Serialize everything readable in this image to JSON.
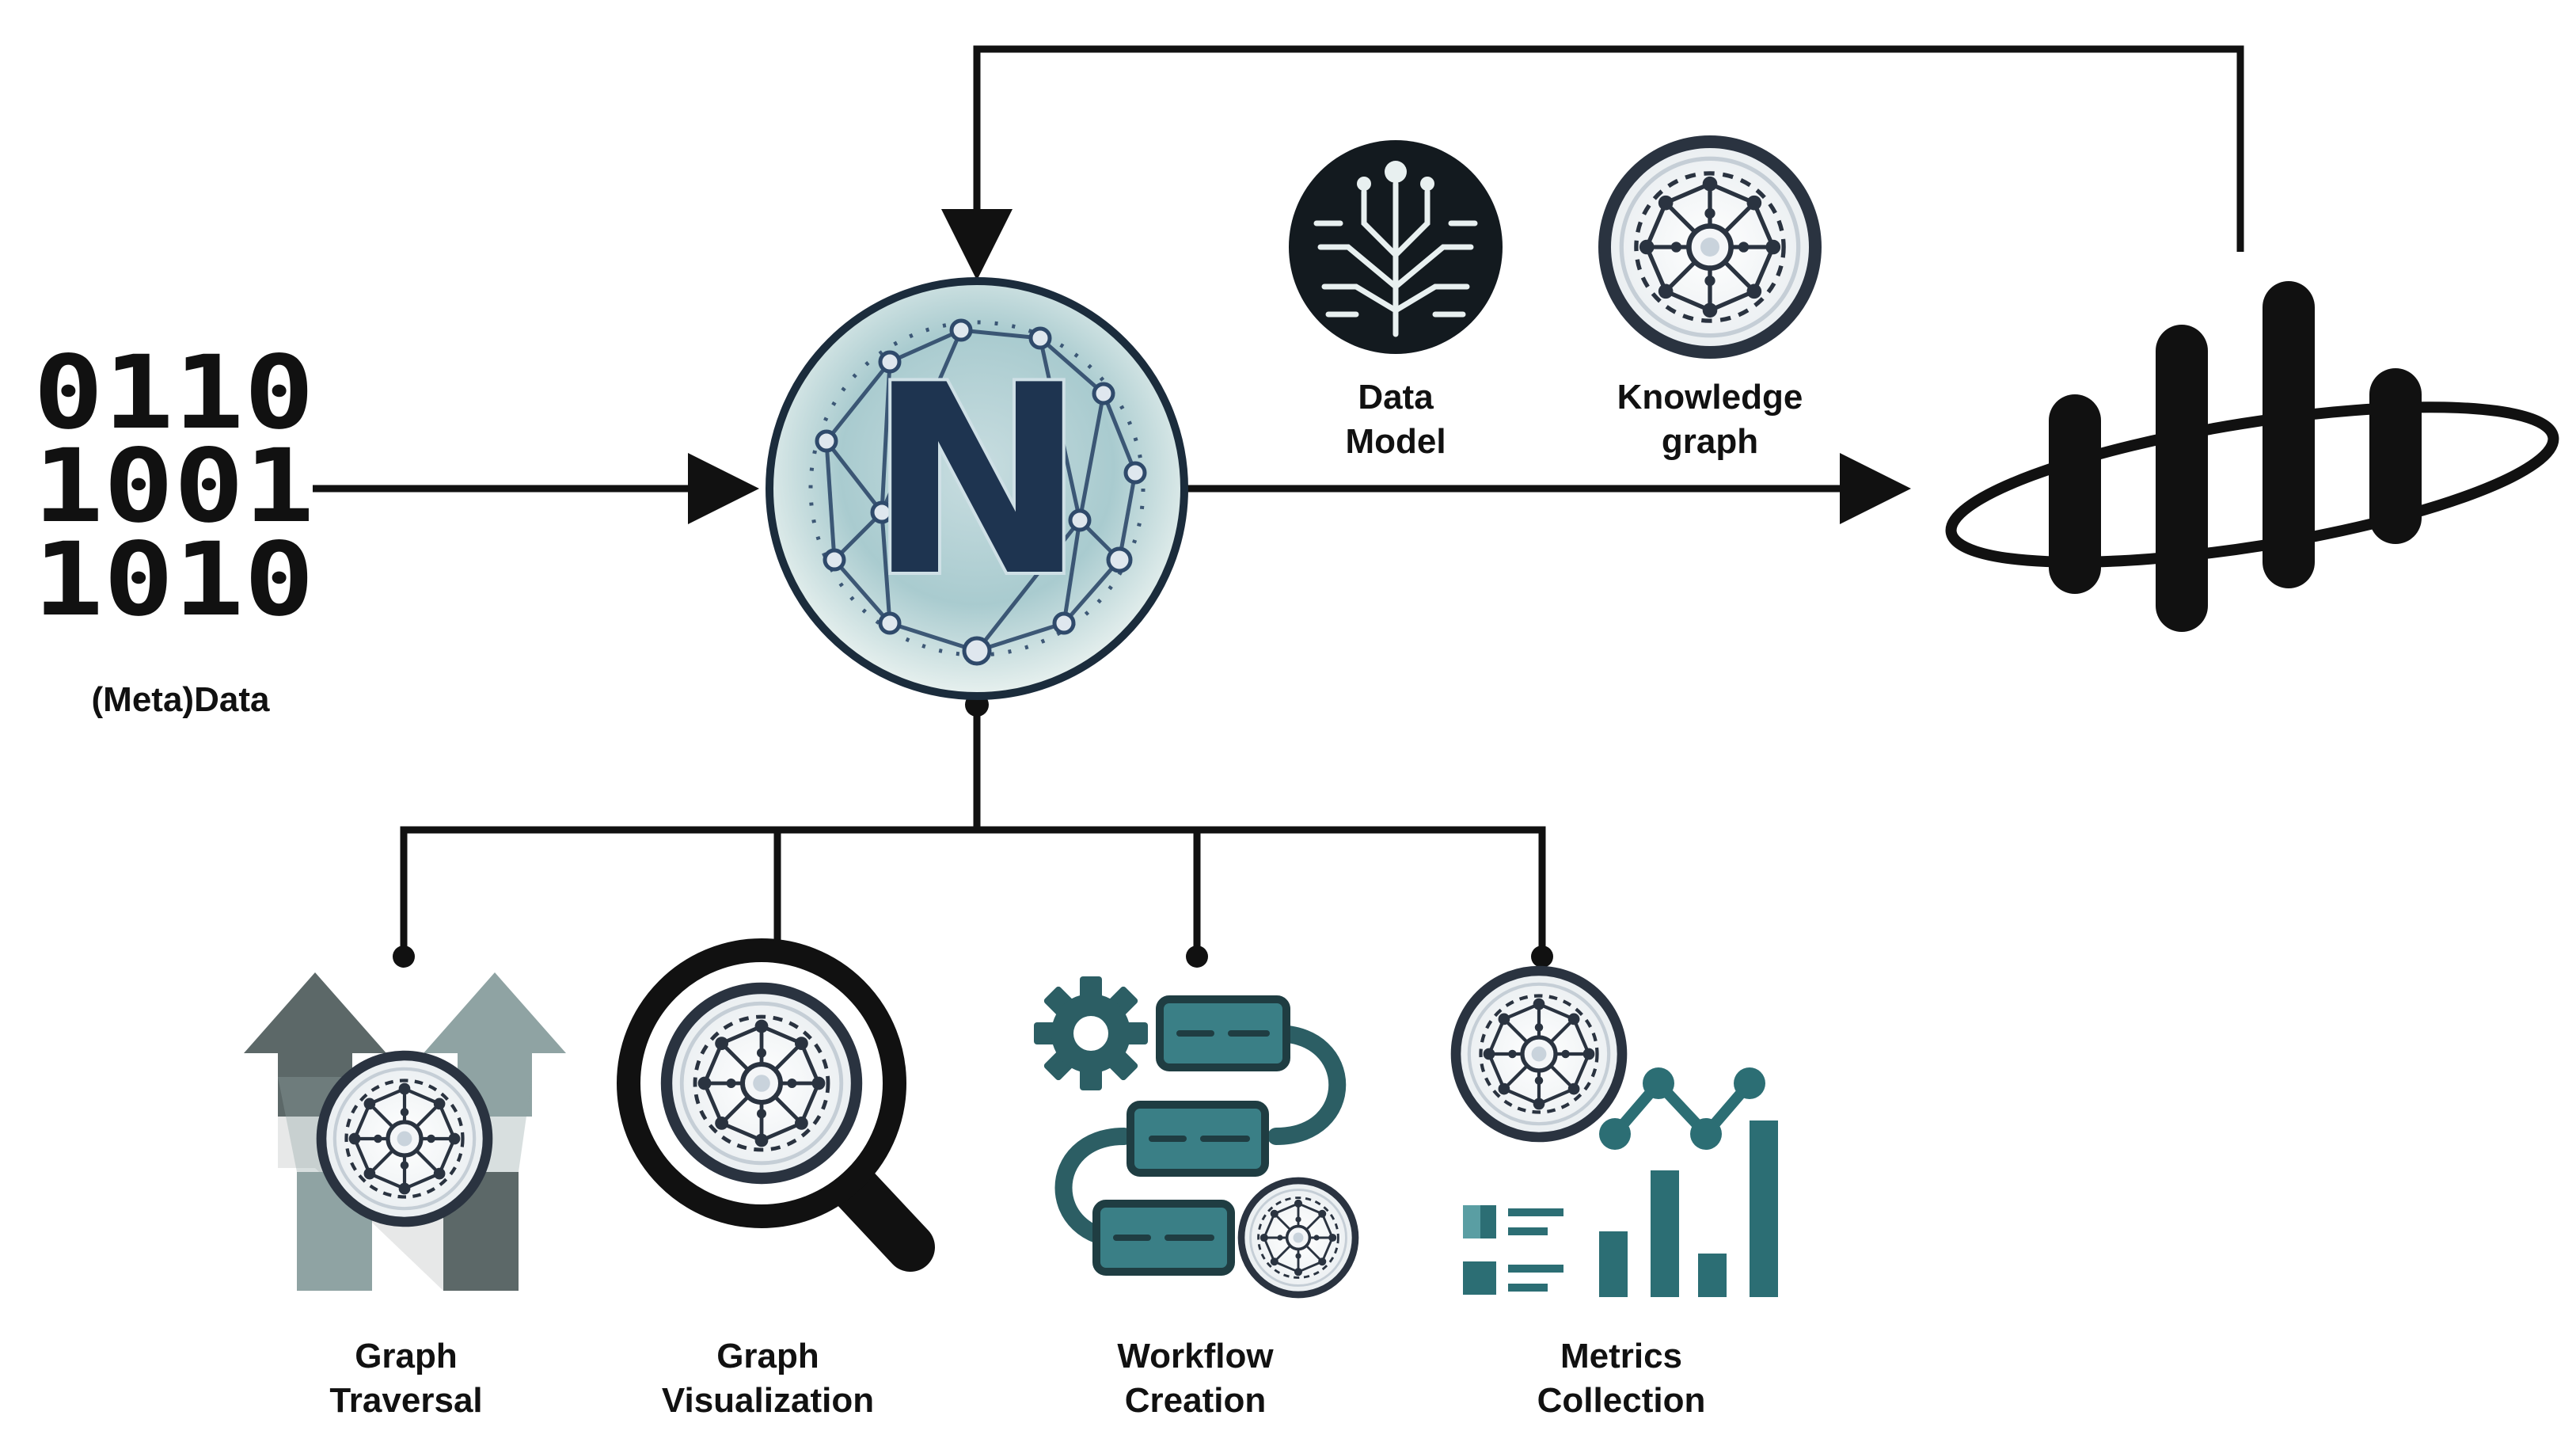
{
  "binary": {
    "rows": [
      "0110",
      "1001",
      "1010"
    ]
  },
  "labels": {
    "metadata": "(Meta)Data",
    "center_letter": "N",
    "data_model": [
      "Data",
      "Model"
    ],
    "knowledge_graph": [
      "Knowledge",
      "graph"
    ],
    "graph_traversal": [
      "Graph",
      "Traversal"
    ],
    "graph_visualization": [
      "Graph",
      "Visualization"
    ],
    "workflow_creation": [
      "Workflow",
      "Creation"
    ],
    "metrics_collection": [
      "Metrics",
      "Collection"
    ]
  },
  "colors": {
    "line": "#111111",
    "teal_dark": "#1f5c63",
    "teal_mid": "#3a7f86",
    "grey_dark": "#5c6868",
    "grey_light": "#8fa3a3",
    "navy": "#1e3450",
    "node_fill": "#dfe7ee"
  },
  "icons": {
    "center": "neo-network-n-icon",
    "data_model": "data-model-tree-icon",
    "knowledge_graph": "knowledge-graph-network-icon",
    "destination": "striped-ring-logo-icon",
    "traversal": "graph-traversal-arrows-icon",
    "visualization": "magnifier-graph-icon",
    "workflow": "workflow-gear-pipeline-icon",
    "metrics": "metrics-chart-icon"
  }
}
